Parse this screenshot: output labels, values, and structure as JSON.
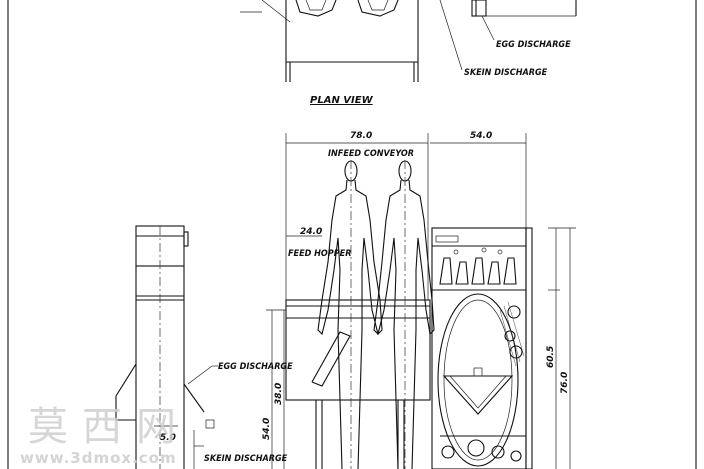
{
  "plan_view": {
    "title": "PLAN VIEW",
    "labels": {
      "egg_discharge": "EGG DISCHARGE",
      "skein_discharge": "SKEIN DISCHARGE"
    }
  },
  "front_view": {
    "dims": {
      "infeed_width": "78.0",
      "machine_width": "54.0",
      "hopper_width": "24.0",
      "overall_height": "76.0",
      "machine_height": "60.5",
      "conveyor_height": "54.0",
      "hopper_height": "38.0"
    },
    "labels": {
      "infeed_conveyor": "INFEED CONVEYOR",
      "feed_hopper": "FEED HOPPER"
    }
  },
  "side_view": {
    "dims": {
      "small": "5.0"
    },
    "labels": {
      "egg_discharge": "EGG DISCHARGE",
      "skein_discharge": "SKEIN DISCHARGE"
    }
  },
  "watermark": {
    "chinese": "莫西网",
    "url": "www.3dmox.com"
  }
}
